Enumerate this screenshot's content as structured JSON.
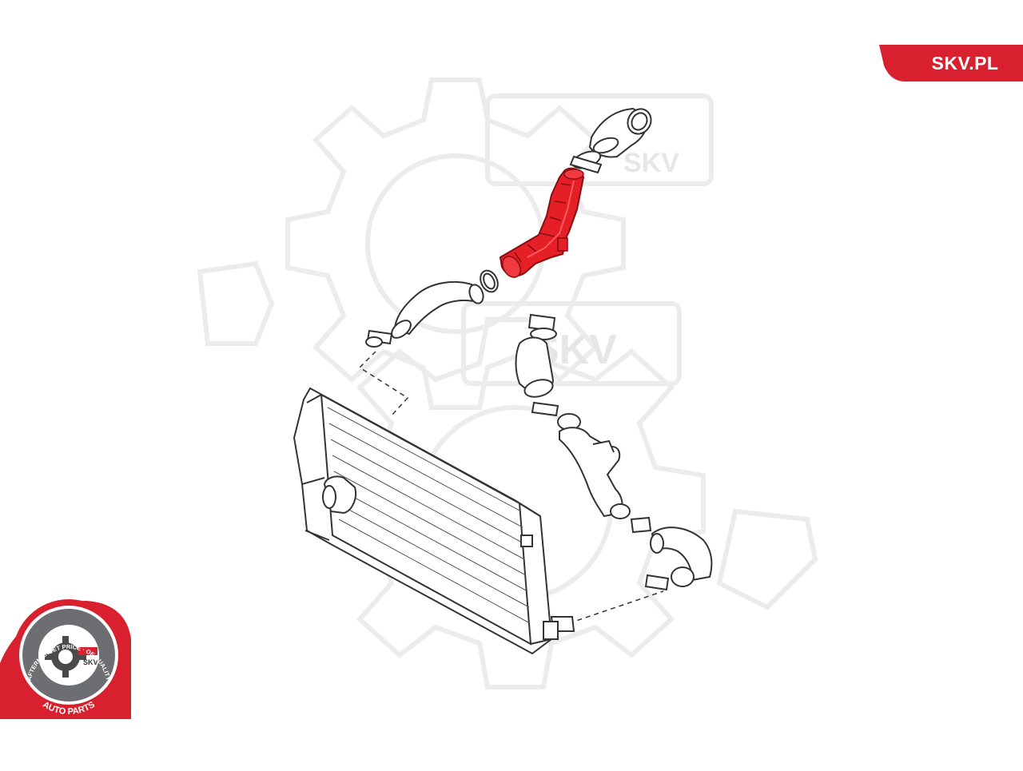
{
  "brand": {
    "site": "SKV.PL",
    "watermark": "SKV",
    "badge_top": "AFTERMARKET PRICE · OE QUALITY",
    "badge_bottom": "AUTO PARTS",
    "badge_center": "SKV"
  },
  "colors": {
    "accent_red": "#d8202f",
    "highlight_part": "#e41f26",
    "line_art": "#333333",
    "watermark": "#ececec",
    "badge_grey": "#6d6e71"
  },
  "icons": {
    "badge": "gear-logo-icon",
    "watermark": "gear-watermark-icon"
  },
  "diagram": {
    "highlighted_part": "intercooler-charge-pipe"
  }
}
